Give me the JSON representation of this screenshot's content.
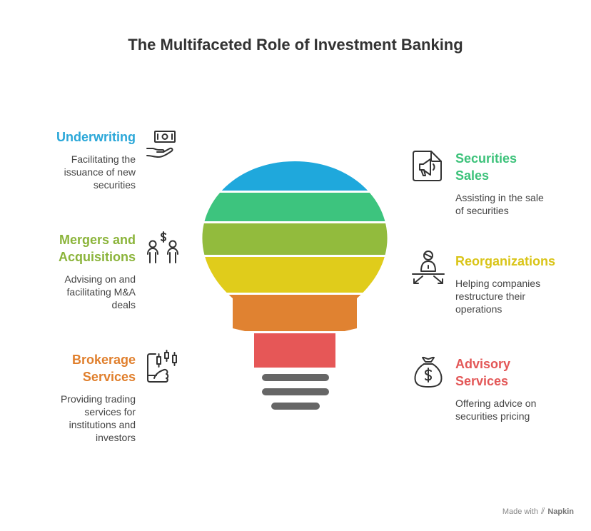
{
  "title": "The Multifaceted Role of Investment Banking",
  "items": [
    {
      "title_lines": [
        "Underwriting"
      ],
      "desc_lines": [
        "Facilitating the",
        "issuance of new",
        "securities"
      ],
      "color": "#2aa7d8",
      "icon": "money-hand-icon"
    },
    {
      "title_lines": [
        "Mergers and",
        "Acquisitions"
      ],
      "desc_lines": [
        "Advising on and",
        "facilitating M&A",
        "deals"
      ],
      "color": "#8bb43a",
      "icon": "people-dollar-icon"
    },
    {
      "title_lines": [
        "Brokerage",
        "Services"
      ],
      "desc_lines": [
        "Providing trading",
        "services for",
        "institutions and",
        "investors"
      ],
      "color": "#e07f2c",
      "icon": "phone-candlestick-icon"
    },
    {
      "title_lines": [
        "Securities",
        "Sales"
      ],
      "desc_lines": [
        "Assisting in the sale",
        "of securities"
      ],
      "color": "#3cc27a",
      "icon": "megaphone-icon"
    },
    {
      "title_lines": [
        "Reorganizations"
      ],
      "desc_lines": [
        "Helping companies",
        "restructure their",
        "operations"
      ],
      "color": "#d9c417",
      "icon": "person-arrows-icon"
    },
    {
      "title_lines": [
        "Advisory",
        "Services"
      ],
      "desc_lines": [
        "Offering advice on",
        "securities pricing"
      ],
      "color": "#e35757",
      "icon": "money-bag-icon"
    }
  ],
  "bulb_colors": [
    "#1fa8dc",
    "#3dc47e",
    "#92bb3d",
    "#e0cc1b",
    "#e08231",
    "#e65757",
    "#666666"
  ],
  "footer": {
    "prefix": "Made with",
    "brand": "Napkin"
  }
}
